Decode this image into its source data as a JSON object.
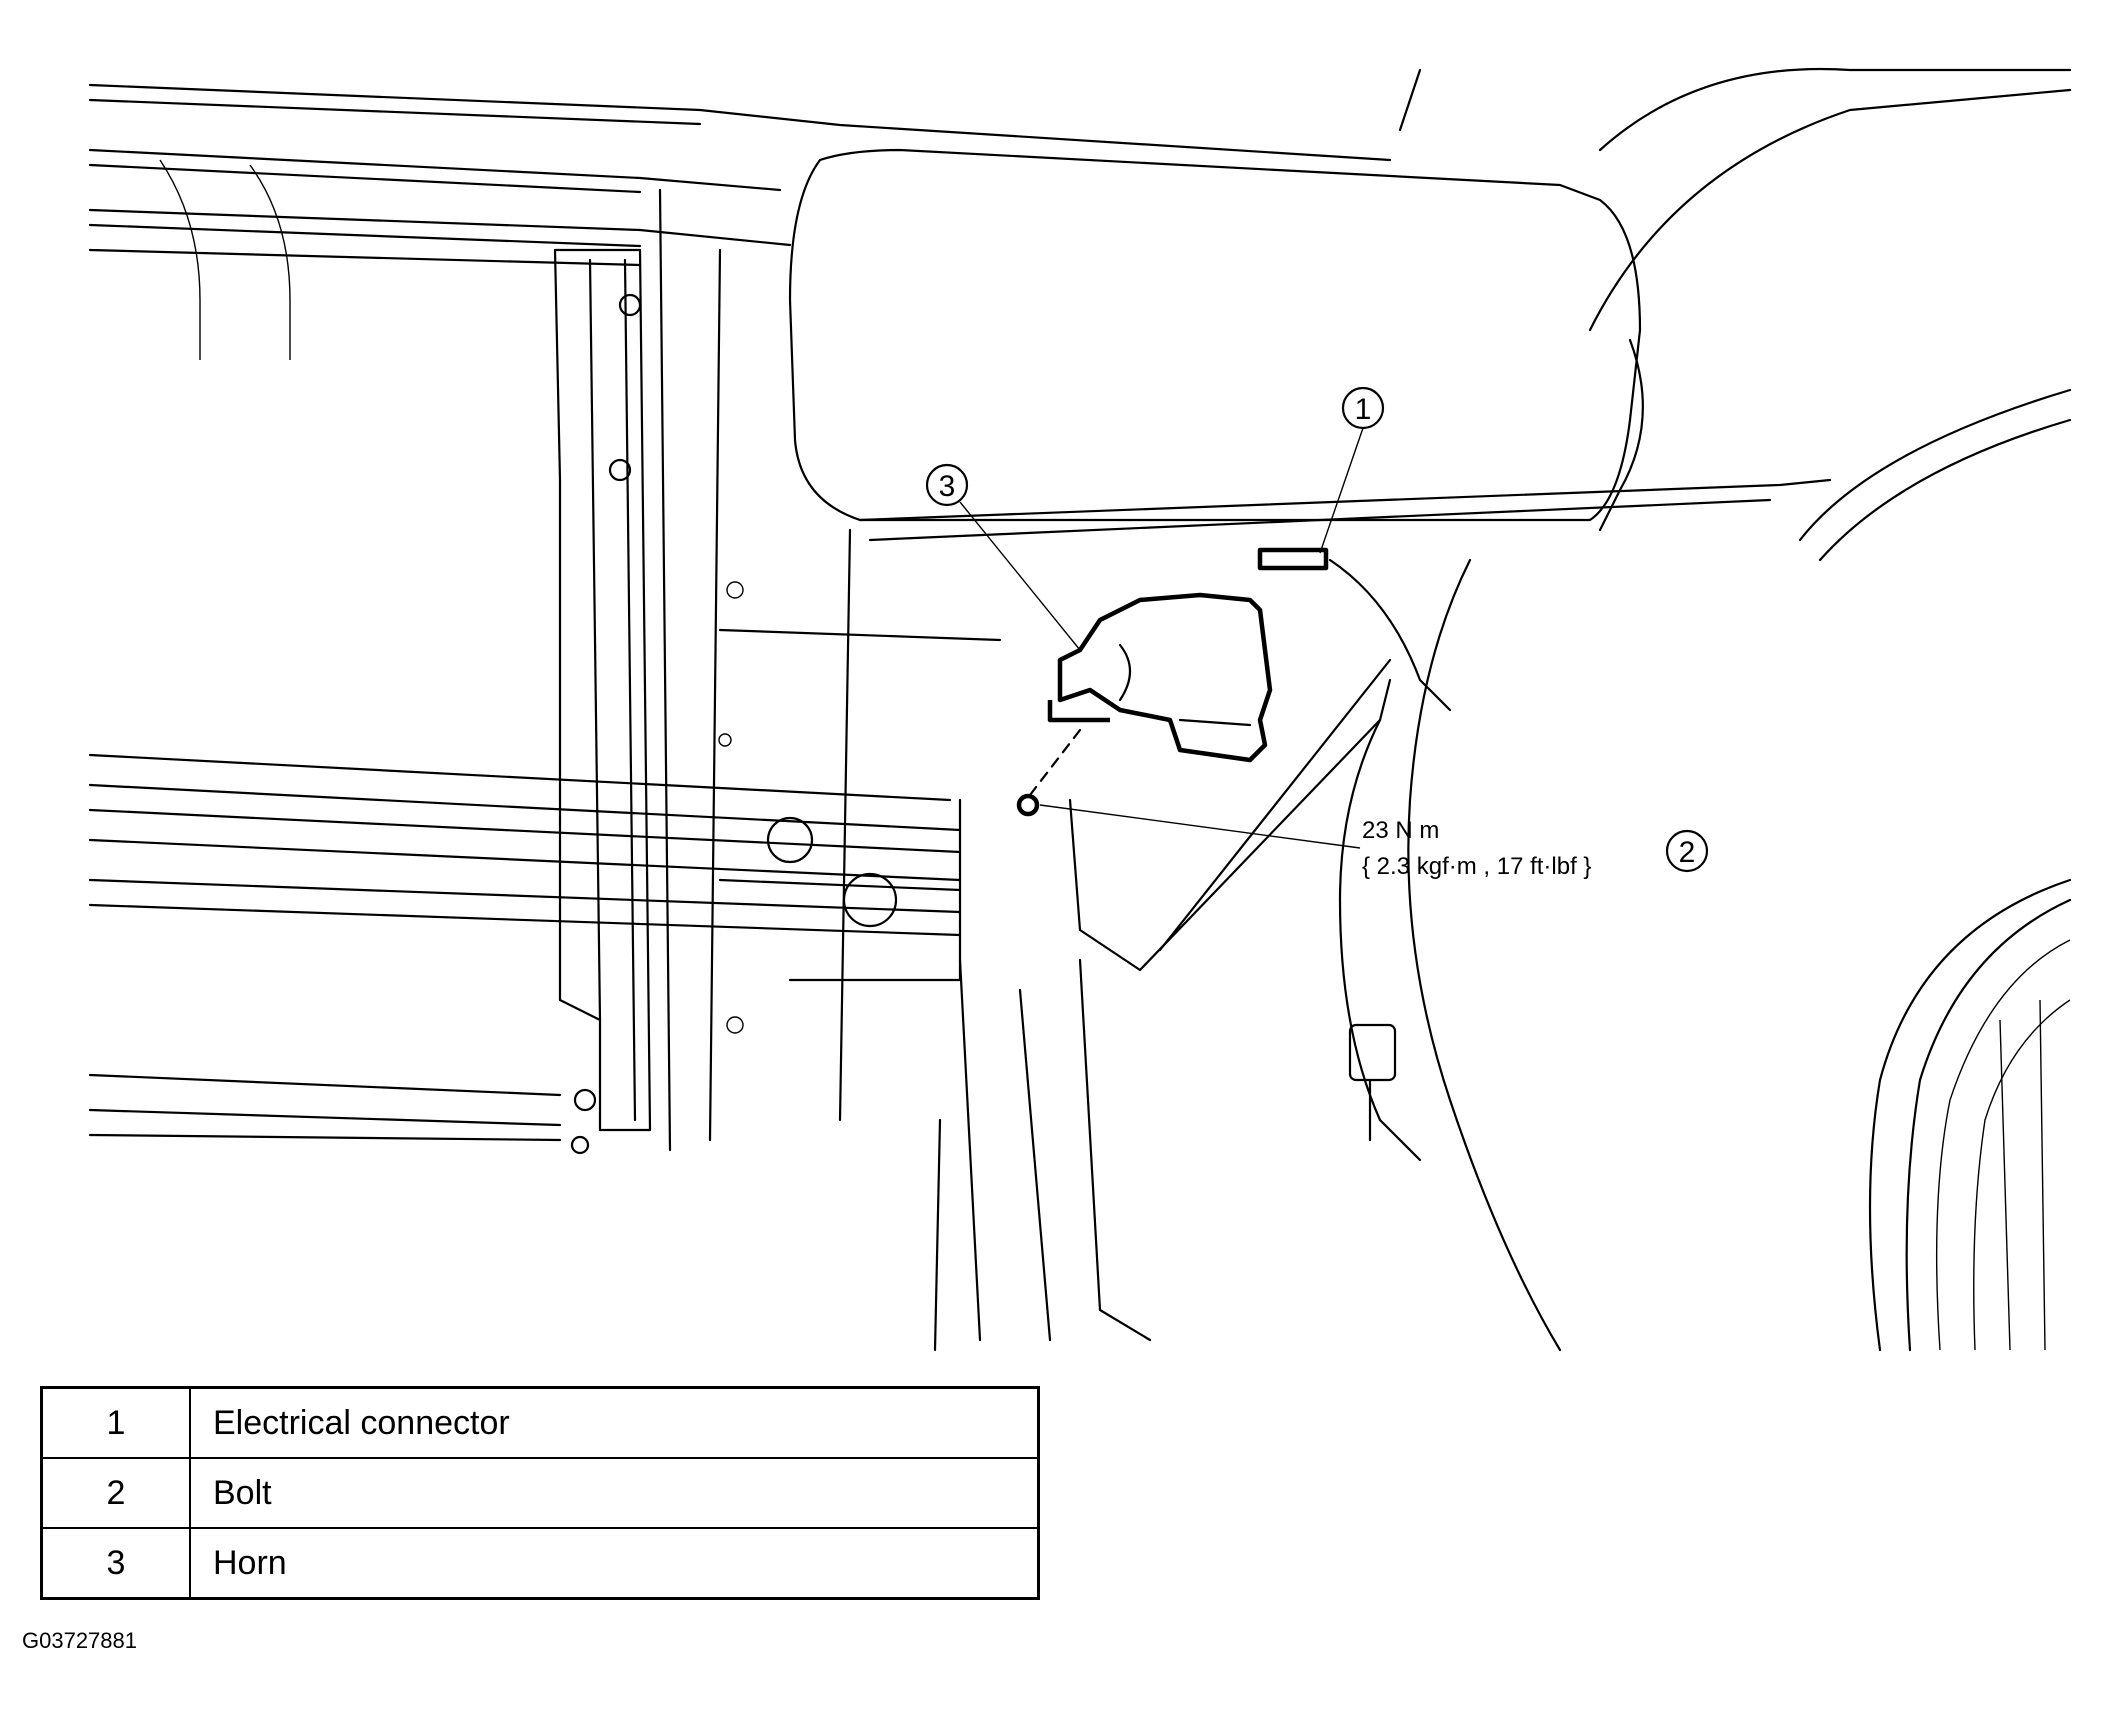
{
  "callouts": [
    {
      "number": "1",
      "description": "Electrical connector"
    },
    {
      "number": "2",
      "description": "Bolt"
    },
    {
      "number": "3",
      "description": "Horn"
    }
  ],
  "torque": {
    "line1": "23 N m",
    "line2": "{ 2.3 kgf·m , 17 ft·lbf }"
  },
  "figure_id": "G03727881"
}
